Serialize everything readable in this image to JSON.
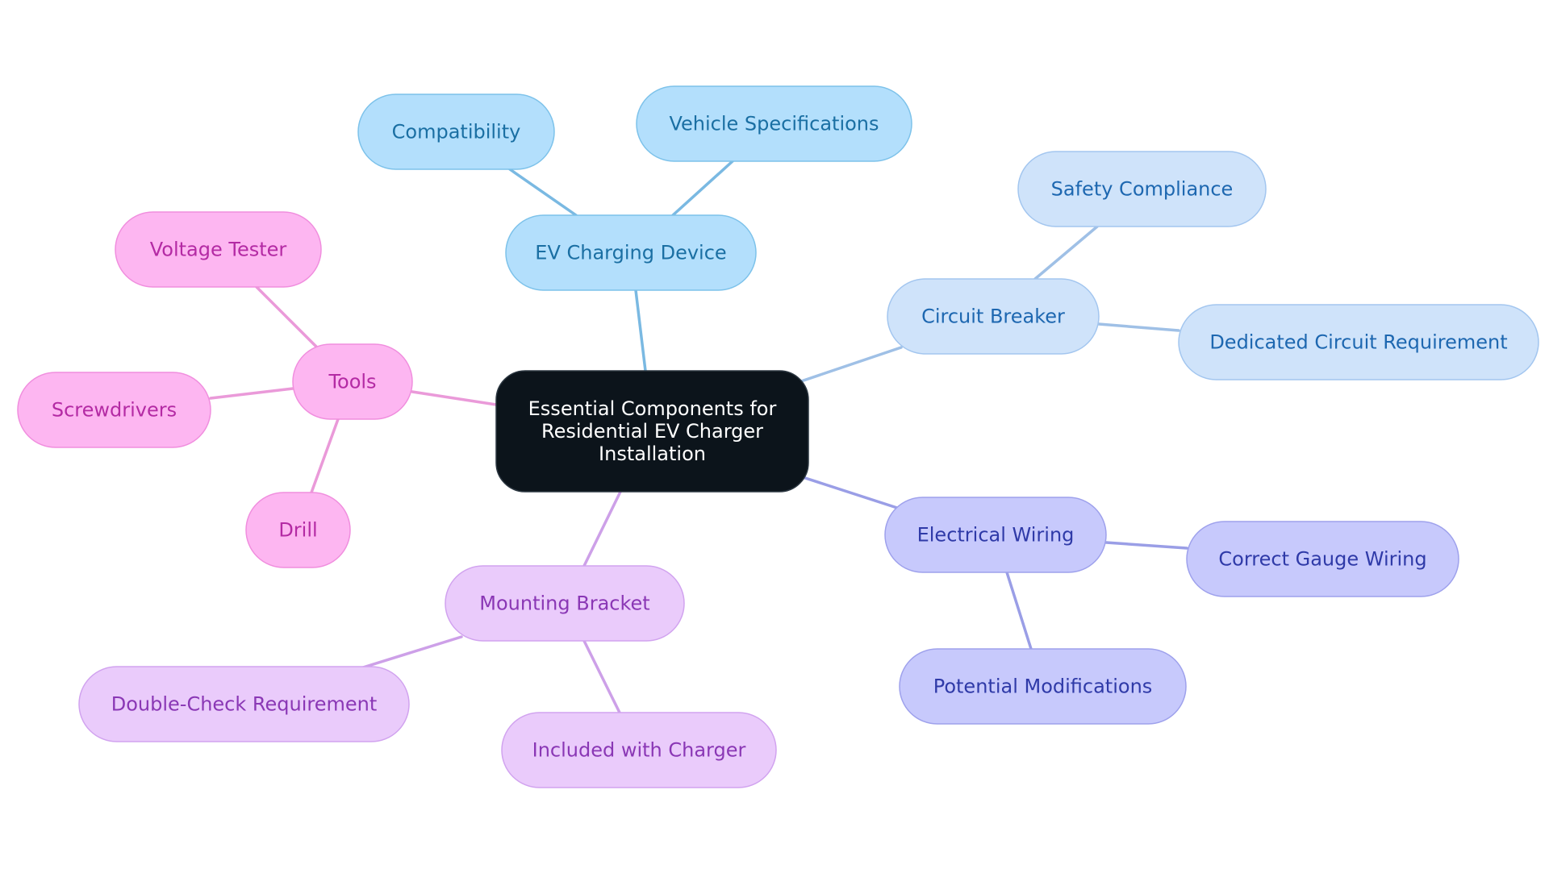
{
  "root": {
    "label_lines": [
      "Essential Components for",
      "Residential EV Charger",
      "Installation"
    ]
  },
  "branches": [
    {
      "id": "ev-charging-device",
      "label": "EV Charging Device",
      "colors": {
        "fill": "#b3dffc",
        "stroke": "#7dc2ea",
        "text": "#1a6fa3",
        "edge": "#7ab9e2"
      },
      "children": [
        {
          "id": "compatibility",
          "label": "Compatibility"
        },
        {
          "id": "vehicle-specifications",
          "label": "Vehicle Specifications"
        }
      ]
    },
    {
      "id": "circuit-breaker",
      "label": "Circuit Breaker",
      "colors": {
        "fill": "#cfe3fa",
        "stroke": "#a3c6ef",
        "text": "#1d67b0",
        "edge": "#9fc0e6"
      },
      "children": [
        {
          "id": "safety-compliance",
          "label": "Safety Compliance"
        },
        {
          "id": "dedicated-circuit-requirement",
          "label": "Dedicated Circuit Requirement"
        }
      ]
    },
    {
      "id": "electrical-wiring",
      "label": "Electrical Wiring",
      "colors": {
        "fill": "#c7c9fc",
        "stroke": "#9ea1ec",
        "text": "#2f3aa8",
        "edge": "#9a9ee6"
      },
      "children": [
        {
          "id": "correct-gauge-wiring",
          "label": "Correct Gauge Wiring"
        },
        {
          "id": "potential-modifications",
          "label": "Potential Modifications"
        }
      ]
    },
    {
      "id": "mounting-bracket",
      "label": "Mounting Bracket",
      "colors": {
        "fill": "#eacbfb",
        "stroke": "#d1a3ef",
        "text": "#8a37b5",
        "edge": "#cda0e8"
      },
      "children": [
        {
          "id": "double-check-requirement",
          "label": "Double-Check Requirement"
        },
        {
          "id": "included-with-charger",
          "label": "Included with Charger"
        }
      ]
    },
    {
      "id": "tools",
      "label": "Tools",
      "colors": {
        "fill": "#fdb6f1",
        "stroke": "#f08ede",
        "text": "#b42aa4",
        "edge": "#ea9ad9"
      },
      "children": [
        {
          "id": "voltage-tester",
          "label": "Voltage Tester"
        },
        {
          "id": "screwdrivers",
          "label": "Screwdrivers"
        },
        {
          "id": "drill",
          "label": "Drill"
        }
      ]
    }
  ],
  "root_colors": {
    "fill": "#0c141b",
    "stroke": "#2b3640",
    "text": "#ffffff"
  }
}
